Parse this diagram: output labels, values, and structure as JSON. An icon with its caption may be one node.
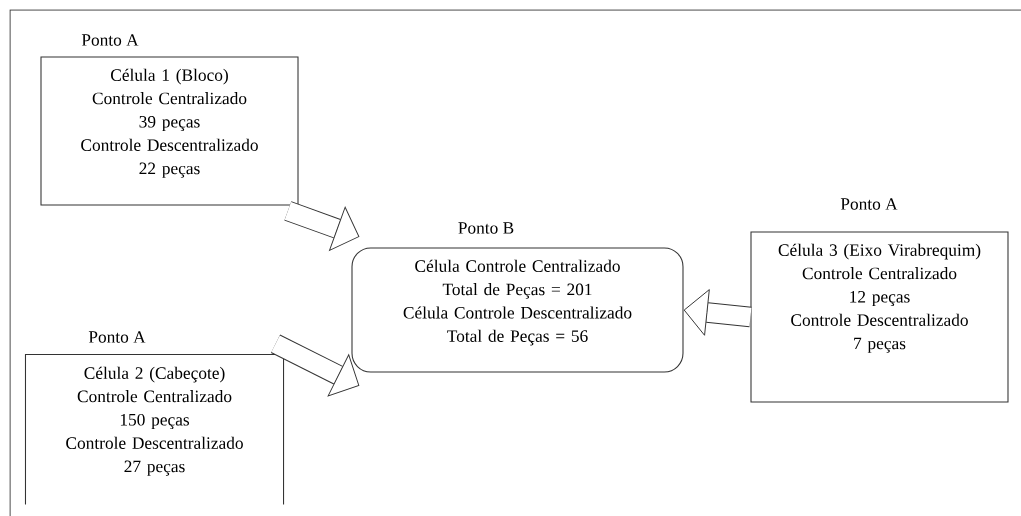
{
  "diagram": {
    "nodes": [
      {
        "text": [
          "Ponto A",
          "Célula 1 (Bloco)",
          "Controle Centralizado",
          "39 peças",
          "Controle Descentralizado",
          "22 peças"
        ]
      },
      {
        "text": [
          "Ponto A",
          "Célula 2 (Cabeçote)",
          "Controle Centralizado",
          "150 peças",
          "Controle Descentralizado",
          "27 peças"
        ]
      },
      {
        "text": [
          "Ponto B",
          "Célula Controle Centralizado",
          "Total de Peças = 201",
          "Célula Controle Descentralizado",
          "Total de Peças = 56"
        ]
      },
      {
        "text": [
          "Ponto A",
          "Célula 3 (Eixo Virabrequim)",
          "Controle Centralizado",
          "12 peças",
          "Controle Descentralizado",
          "7 peças"
        ]
      }
    ],
    "edges": [
      {
        "from": 0,
        "to": 2,
        "arrow": "to"
      },
      {
        "from": 1,
        "to": 2,
        "arrow": "to"
      },
      {
        "from": 3,
        "to": 2,
        "arrow": "to"
      }
    ]
  }
}
